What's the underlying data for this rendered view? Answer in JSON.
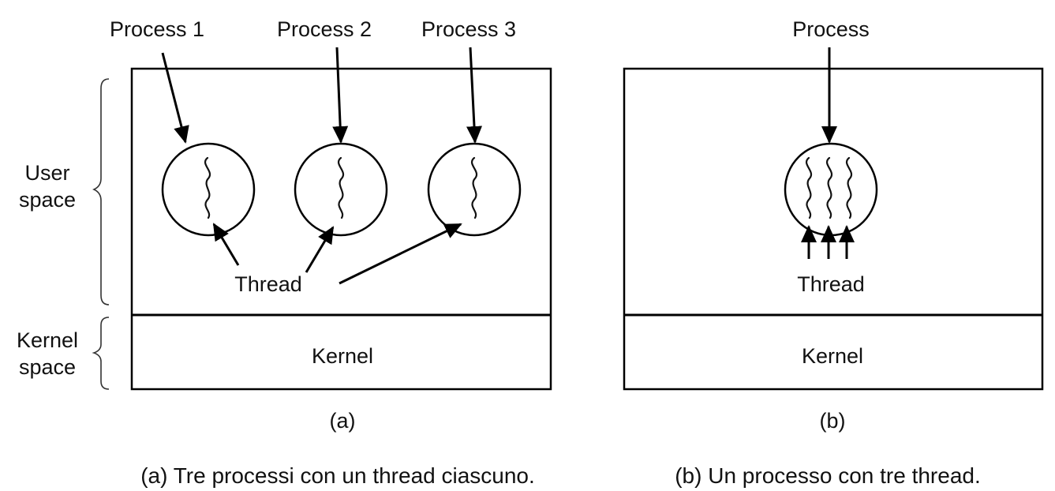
{
  "side_labels": {
    "user_space": [
      "User",
      "space"
    ],
    "kernel_space": [
      "Kernel",
      "space"
    ]
  },
  "panel_a": {
    "process_labels": [
      "Process 1",
      "Process 2",
      "Process 3"
    ],
    "thread_label": "Thread",
    "kernel_label": "Kernel",
    "panel_label": "(a)",
    "caption": "(a) Tre processi con un thread ciascuno."
  },
  "panel_b": {
    "process_label": "Process",
    "thread_label": "Thread",
    "kernel_label": "Kernel",
    "panel_label": "(b)",
    "caption": "(b) Un processo con tre thread."
  }
}
